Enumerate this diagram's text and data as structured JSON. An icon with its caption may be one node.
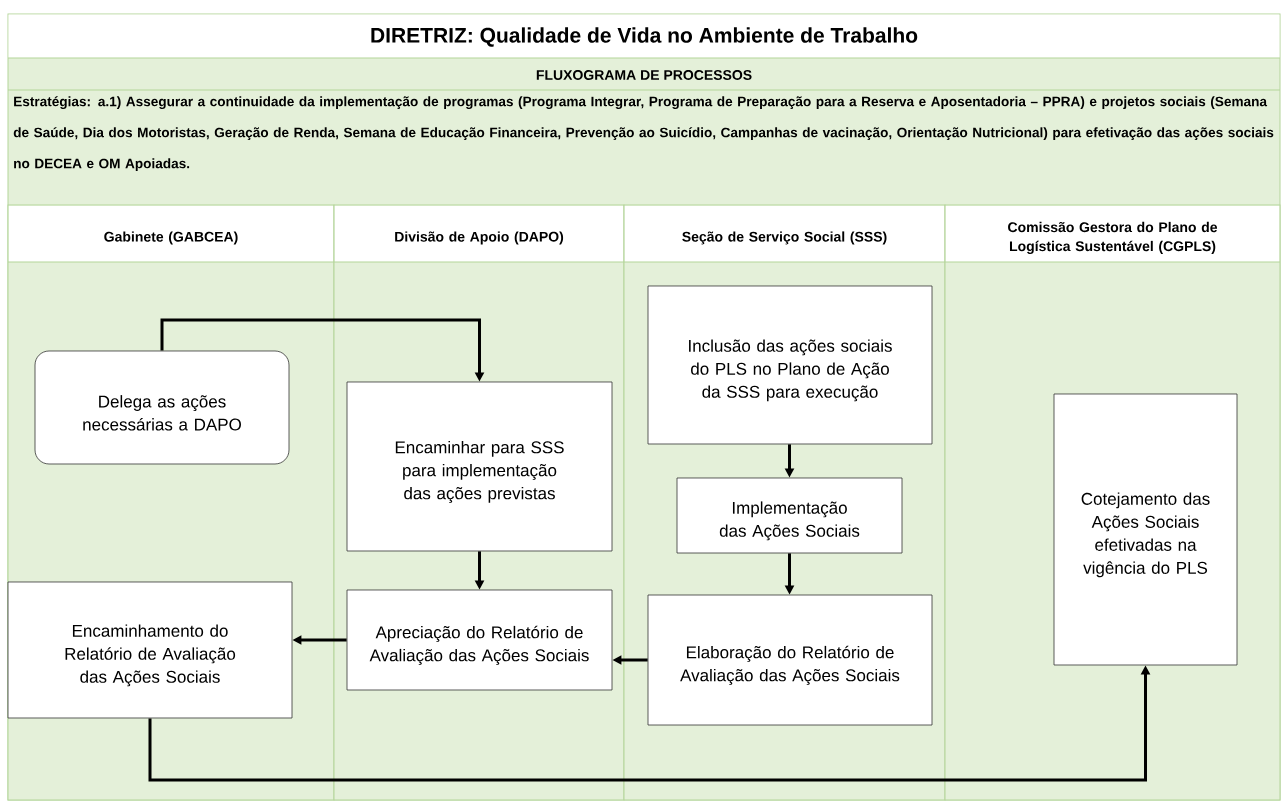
{
  "diagram": {
    "title": "DIRETRIZ: Qualidade de Vida no Ambiente de Trabalho",
    "nodes": [
      {
        "text": [
          "Gabinete (GABCEA)"
        ]
      },
      {
        "text": [
          "Divisão de Apoio (DAPO)"
        ]
      },
      {
        "text": [
          "Seção de Serviço Social (SSS)"
        ]
      },
      {
        "text": [
          "Comissão Gestora do Plano de Logística Sustentável (CGPLS)"
        ]
      },
      {
        "text": [
          "Delega as ações necessárias a DAPO"
        ],
        "in": 0
      },
      {
        "text": [
          "Encaminhar para SSS para implementação das ações previstas"
        ],
        "in": 1
      },
      {
        "text": [
          "Inclusão das ações sociais do PLS no Plano de Ação da SSS para execução"
        ],
        "in": 2
      },
      {
        "text": [
          "Implementação das Ações Sociais"
        ],
        "in": 2
      },
      {
        "text": [
          "Elaboração do Relatório de Avaliação das Ações Sociais"
        ],
        "in": 2
      },
      {
        "text": [
          "Apreciação do Relatório de Avaliação das Ações Sociais"
        ],
        "in": 1
      },
      {
        "text": [
          "Encaminhamento do Relatório de Avaliação das Ações Sociais"
        ],
        "in": 0
      },
      {
        "text": [
          "Cotejamento das Ações Sociais efetivadas na vigência do PLS"
        ],
        "in": 3
      }
    ],
    "edges": [
      {
        "from": 4,
        "to": 5,
        "arrow": "to"
      },
      {
        "from": 6,
        "to": 7,
        "arrow": "to"
      },
      {
        "from": 7,
        "to": 8,
        "arrow": "to"
      },
      {
        "from": 5,
        "to": 9,
        "arrow": "to"
      },
      {
        "from": 8,
        "to": 9,
        "arrow": "to"
      },
      {
        "from": 9,
        "to": 10,
        "arrow": "to"
      },
      {
        "from": 10,
        "to": 11,
        "arrow": "to"
      }
    ],
    "labels": [
      "FLUXOGRAMA DE PROCESSOS",
      "Estratégias: a.1) Assegurar a continuidade da implementação de programas (Programa Integrar, Programa de Preparação para a Reserva e Aposentadoria – PPRA) e projetos sociais (Semana de Saúde, Dia dos Motoristas, Geração de Renda, Semana de Educação Financeira, Prevenção ao Suicídio, Campanhas de vacinação, Orientação Nutricional) para efetivação das ações sociais no DECEA e OM Apoiadas."
    ]
  }
}
